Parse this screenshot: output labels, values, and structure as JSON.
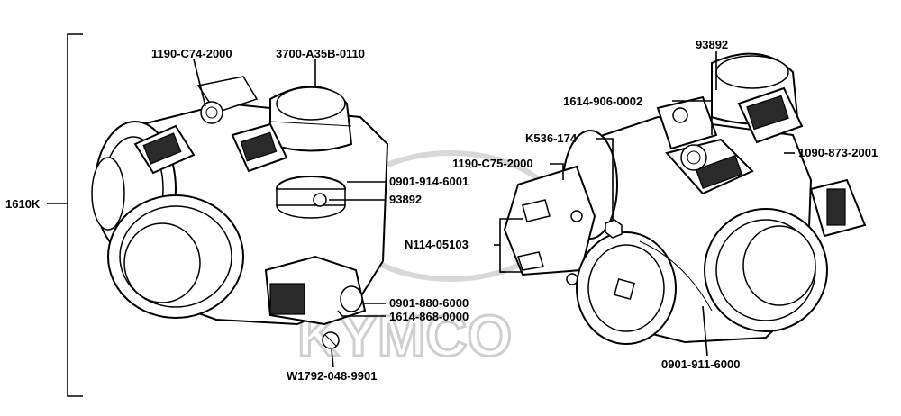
{
  "watermark": "KYMCO",
  "assembly": {
    "label": "1610K"
  },
  "left_callouts": {
    "bolt_top": "1190-C74-2000",
    "sensor_top": "3700-A35B-0110",
    "oring": "0901-914-6001",
    "screw_mid": "93892",
    "oring_lower": "0901-880-6000",
    "sensor_lower": "1614-868-0000",
    "screw_bottom": "W1792-048-9901"
  },
  "right_callouts": {
    "screw_top": "93892",
    "bracket_top": "1614-906-0002",
    "nut": "K536-174",
    "bracket": "1190-C75-2000",
    "sensor_right": "1090-873-2001",
    "bolts": "N114-05103",
    "oring_bottom": "0901-911-6000"
  }
}
